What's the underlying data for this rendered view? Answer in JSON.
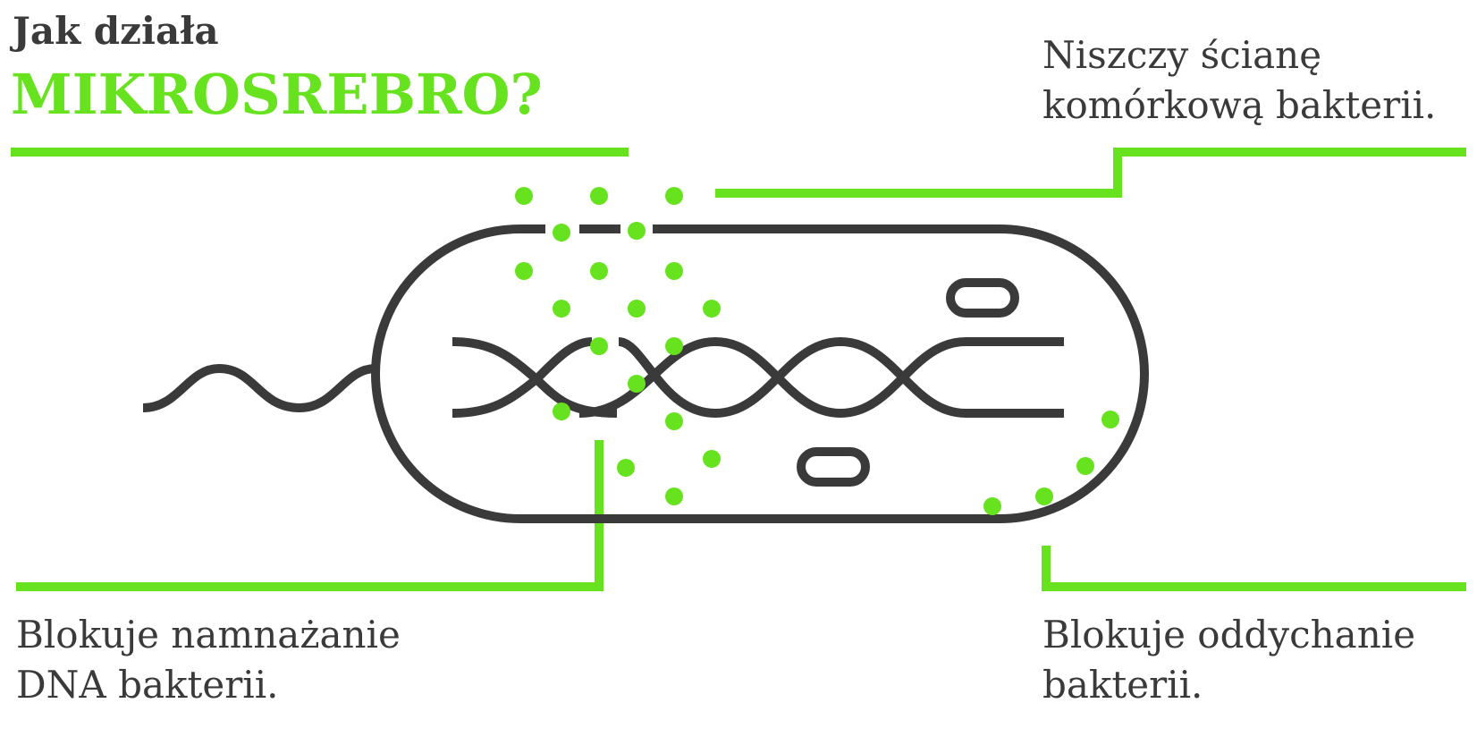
{
  "header": {
    "line1": "Jak działa",
    "line2": "MIKROSREBRO?"
  },
  "captions": {
    "cell_wall": [
      "Niszczy ścianę",
      "komórkową bakterii."
    ],
    "dna": [
      "Blokuje namnażanie",
      "DNA bakterii."
    ],
    "respiration": [
      "Blokuje oddychanie",
      "bakterii."
    ]
  },
  "colors": {
    "accent_green": "#66e31e",
    "dark": "#3a3a3a"
  }
}
